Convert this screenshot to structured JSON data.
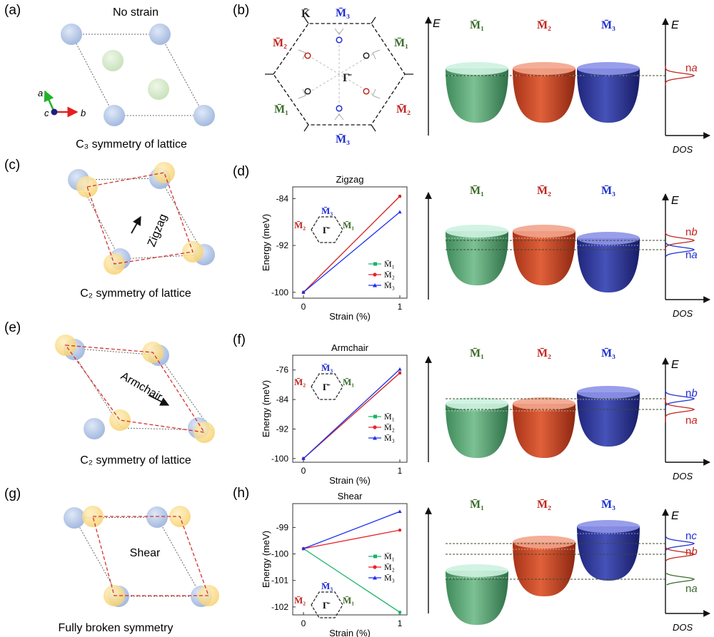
{
  "panels": {
    "a": {
      "label": "(a)",
      "title": "No strain",
      "caption": "C₃ symmetry of lattice",
      "axes": [
        "a",
        "b",
        "c"
      ]
    },
    "b": {
      "label": "(b)",
      "points": {
        "k": "K̄",
        "gamma": "Γ̄",
        "m1": "M̄₁",
        "m2": "M̄₂",
        "m3": "M̄₃"
      }
    },
    "c": {
      "label": "(c)",
      "arrow_text": "Zigzag",
      "caption": "C₂ symmetry of lattice"
    },
    "d": {
      "label": "(d)"
    },
    "e": {
      "label": "(e)",
      "arrow_text": "Armchair",
      "caption": "C₂ symmetry of lattice"
    },
    "f": {
      "label": "(f)"
    },
    "g": {
      "label": "(g)",
      "center_text": "Shear",
      "caption": "Fully broken symmetry"
    },
    "h": {
      "label": "(h)"
    }
  },
  "valleys": {
    "m1": "M̄₁",
    "m2": "M̄₂",
    "m3": "M̄₃"
  },
  "energy_axis": "E",
  "dos_axis": "DOS",
  "peaks": {
    "row1": [
      "na"
    ],
    "row2": [
      "nb",
      "na"
    ],
    "row3": [
      "nb",
      "na"
    ],
    "row4": [
      "nc",
      "nb",
      "na"
    ]
  },
  "colors": {
    "m1": "#3b6b2a",
    "m2": "#c0261f",
    "m3": "#1f2fd0",
    "m1_series": "#18b36b",
    "m2_series": "#e8232a",
    "m3_series": "#1e2ff0"
  },
  "chart_data": [
    {
      "type": "line",
      "title": "Zigzag",
      "xlabel": "Strain (%)",
      "ylabel": "Energy (meV)",
      "x": [
        0,
        1
      ],
      "xticks": [
        "0",
        "1"
      ],
      "ylim": [
        -101,
        -82
      ],
      "yticks": [
        "-84",
        "-92",
        "-100"
      ],
      "series": [
        {
          "name": "M̄₁",
          "values": [
            -100,
            -83.6
          ]
        },
        {
          "name": "M̄₂",
          "values": [
            -100,
            -83.6
          ]
        },
        {
          "name": "M̄₃",
          "values": [
            -100,
            -86.3
          ]
        }
      ]
    },
    {
      "type": "line",
      "title": "Armchair",
      "xlabel": "Strain (%)",
      "ylabel": "Energy (meV)",
      "x": [
        0,
        1
      ],
      "xticks": [
        "0",
        "1"
      ],
      "ylim": [
        -101,
        -72
      ],
      "yticks": [
        "-76",
        "-84",
        "-92",
        "-100"
      ],
      "series": [
        {
          "name": "M̄₁",
          "values": [
            -100,
            -76.8
          ]
        },
        {
          "name": "M̄₂",
          "values": [
            -100,
            -76.8
          ]
        },
        {
          "name": "M̄₃",
          "values": [
            -100,
            -75.8
          ]
        }
      ]
    },
    {
      "type": "line",
      "title": "Shear",
      "xlabel": "Strain (%)",
      "ylabel": "Energy (meV)",
      "x": [
        0,
        1
      ],
      "xticks": [
        "0",
        "1"
      ],
      "ylim": [
        -102.3,
        -98.1
      ],
      "yticks": [
        "-99",
        "-100",
        "-101",
        "-102"
      ],
      "series": [
        {
          "name": "M̄₁",
          "values": [
            -99.8,
            -102.2
          ]
        },
        {
          "name": "M̄₂",
          "values": [
            -99.8,
            -99.1
          ]
        },
        {
          "name": "M̄₃",
          "values": [
            -99.8,
            -98.4
          ]
        }
      ]
    }
  ]
}
